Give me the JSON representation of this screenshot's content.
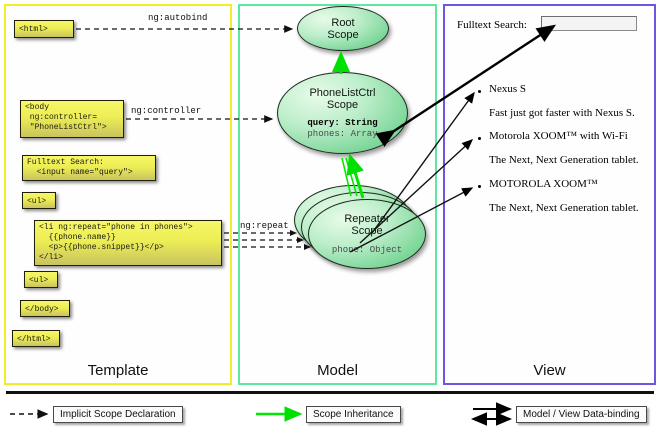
{
  "columns": [
    {
      "key": "template",
      "label": "Template",
      "border_color": "#f2ec2a"
    },
    {
      "key": "model",
      "label": "Model",
      "border_color": "#5ce8a0"
    },
    {
      "key": "view",
      "label": "View",
      "border_color": "#6a58e0"
    }
  ],
  "template": {
    "boxes": [
      {
        "name": "html-open-tag",
        "code": "<html>"
      },
      {
        "name": "body-controller-tag",
        "code": "<body\n ng:controller=\n \"PhoneListCtrl\">"
      },
      {
        "name": "fulltext-search-tag",
        "code": "Fulltext Search:\n  <input name=\"query\">"
      },
      {
        "name": "ul-open-tag",
        "code": "<ul>"
      },
      {
        "name": "li-repeat-tag",
        "code": "<li ng:repeat=\"phone in phones\">\n  {{phone.name}}\n  <p>{{phone.snippet}}</p>\n</li>"
      },
      {
        "name": "ul-close-tag",
        "code": "<ul>"
      },
      {
        "name": "body-close-tag",
        "code": "</body>"
      },
      {
        "name": "html-close-tag",
        "code": "</html>"
      }
    ]
  },
  "connectors": [
    {
      "name": "ng-autobind-label",
      "label": "ng:autobind"
    },
    {
      "name": "ng-controller-label",
      "label": "ng:controller"
    },
    {
      "name": "ng-repeat-label",
      "label": "ng:repeat"
    }
  ],
  "model": {
    "scopes": [
      {
        "name": "root-scope",
        "title": "Root\nScope",
        "title_lines": [
          "Root",
          "Scope"
        ],
        "properties": []
      },
      {
        "name": "phonelistctrl-scope",
        "title": "PhoneListCtrl\nScope",
        "title_lines": [
          "PhoneListCtrl",
          "Scope"
        ],
        "properties": [
          {
            "text": "query: String",
            "emphasis": "bold"
          },
          {
            "text": "phones: Array",
            "emphasis": "muted"
          }
        ]
      },
      {
        "name": "repeater-scope",
        "title": "Repeater\nScope",
        "title_lines": [
          "Repeater",
          "Scope"
        ],
        "properties": [
          {
            "text": "phone: Object",
            "emphasis": "muted"
          }
        ]
      }
    ]
  },
  "view": {
    "search_label": "Fulltext Search:",
    "search_value": "",
    "search_placeholder": "",
    "phones": [
      {
        "name": "Nexus S",
        "snippet": "Fast just got faster with Nexus S."
      },
      {
        "name": "Motorola XOOM™  with Wi-Fi",
        "snippet": "The Next, Next Generation tablet."
      },
      {
        "name": "MOTOROLA XOOM™",
        "snippet": "The Next, Next Generation tablet."
      }
    ]
  },
  "legend": [
    {
      "name": "legend-implicit-scope-declaration",
      "label": "Implicit Scope Declaration",
      "arrow": "dashed-black",
      "color": "#111111"
    },
    {
      "name": "legend-scope-inheritance",
      "label": "Scope Inheritance",
      "arrow": "solid-green",
      "color": "#00e800"
    },
    {
      "name": "legend-model-view-data-binding",
      "label": "Model / View Data-binding",
      "arrow": "double-black",
      "color": "#111111"
    }
  ]
}
